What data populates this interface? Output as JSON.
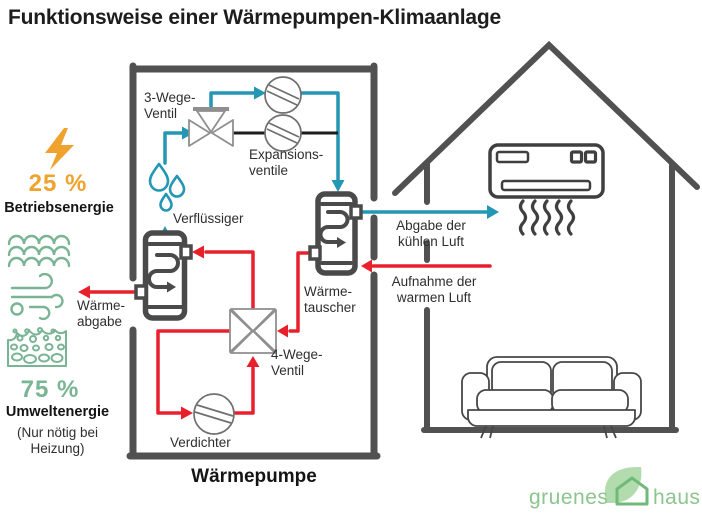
{
  "title": "Funktionsweise einer Wärmepumpen-Klimaanlage",
  "left_panel": {
    "operating_pct": "25 %",
    "operating_label": "Betriebsenergie",
    "environment_pct": "75 %",
    "environment_label": "Umweltenergie",
    "environment_note1": "(Nur nötig bei",
    "environment_note2": "Heizung)",
    "heat_output1": "Wärme-",
    "heat_output2": "abgabe"
  },
  "heat_pump": {
    "label": "Wärmepumpe",
    "three_way_valve1": "3-Wege-",
    "three_way_valve2": "Ventil",
    "expansion_valves1": "Expansions-",
    "expansion_valves2": "ventile",
    "condenser": "Verflüssiger",
    "heat_exchanger1": "Wärme-",
    "heat_exchanger2": "tauscher",
    "four_way_valve1": "4-Wege-",
    "four_way_valve2": "Ventil",
    "compressor": "Verdichter"
  },
  "house": {
    "cool_air1": "Abgabe der",
    "cool_air2": "kühlen Luft",
    "warm_air1": "Aufnahme der",
    "warm_air2": "warmen Luft"
  },
  "logo": {
    "word1": "gruenes",
    "word2": "haus"
  },
  "colors": {
    "teal": "#2397b4",
    "red": "#e8202c",
    "orange": "#efa32e",
    "green": "#79b494",
    "logo_green": "#8cc58e",
    "logo_leaf": "#b3dcae",
    "dark_gray": "#515151"
  }
}
